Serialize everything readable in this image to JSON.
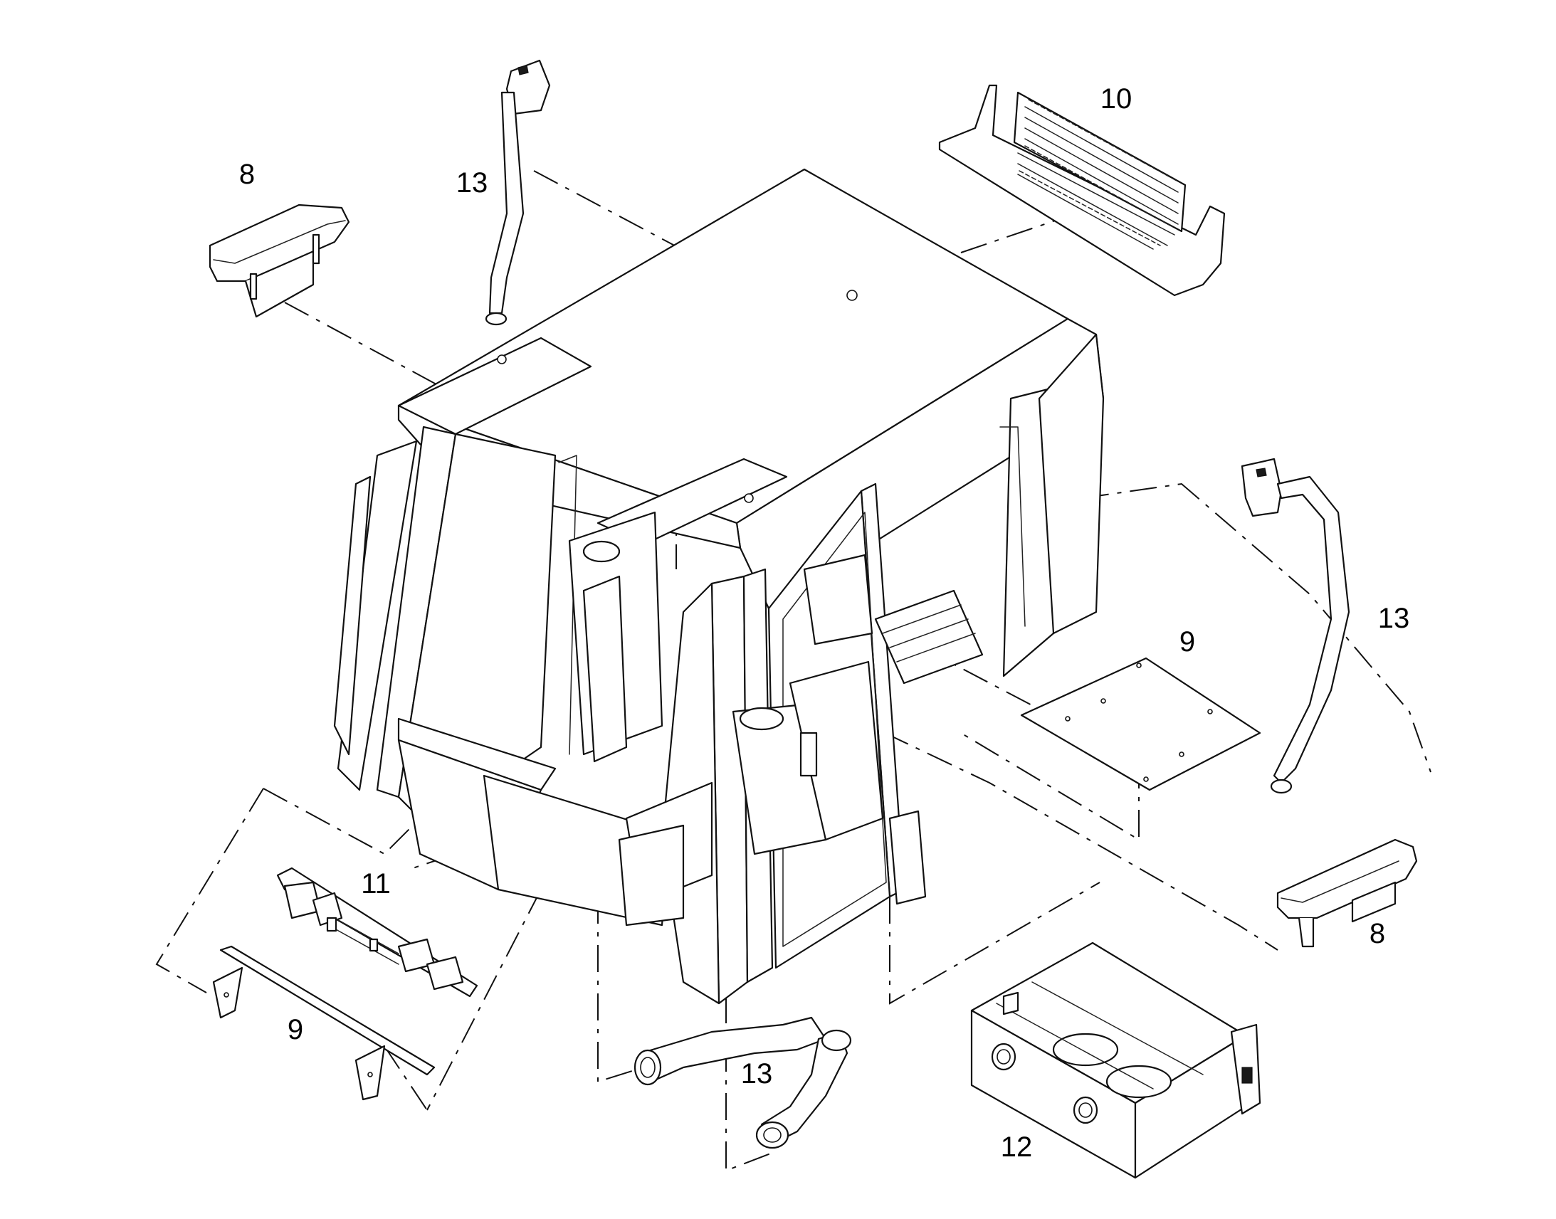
{
  "callouts": {
    "armrest_left": "8",
    "armrest_right": "8",
    "floor_panel_right": "9",
    "floor_panel_left": "9",
    "rear_grille": "10",
    "control_panel": "11",
    "hvac_unit": "12",
    "duct_top": "13",
    "duct_right": "13",
    "duct_bottom": "13"
  },
  "colors": {
    "line": "#111111",
    "background": "#ffffff"
  }
}
